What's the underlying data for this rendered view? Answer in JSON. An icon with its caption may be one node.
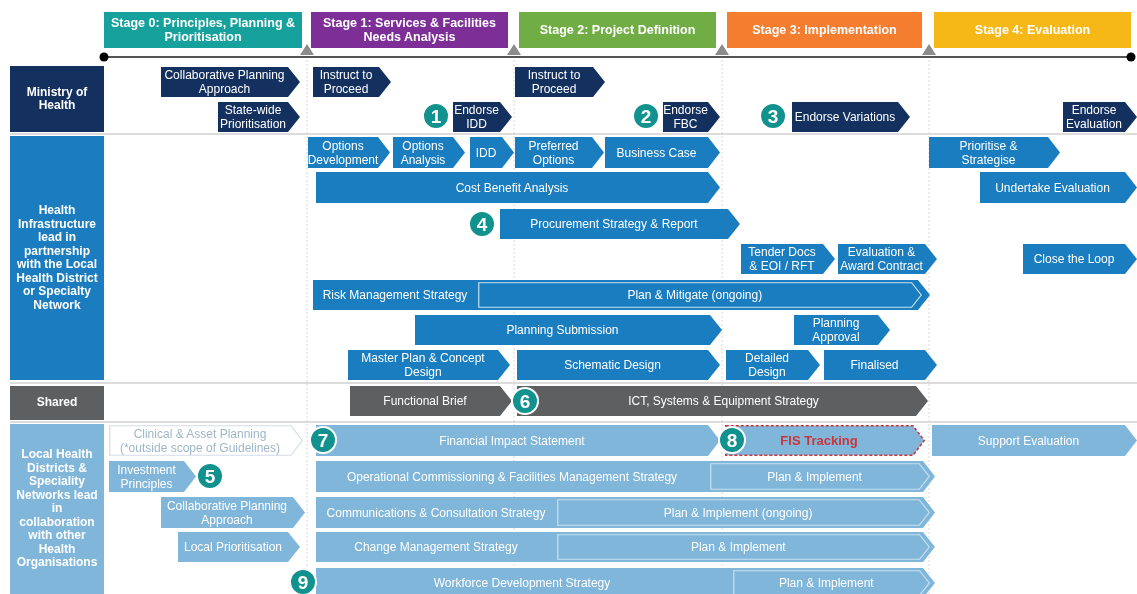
{
  "diagram": {
    "nodes": [
      {
        "text": [
          "Stage 0: Principles, Planning & Prioritisation"
        ]
      },
      {
        "text": [
          "Stage 1: Services & Facilities Needs Analysis"
        ]
      },
      {
        "text": [
          "Stage 2: Project Definition"
        ]
      },
      {
        "text": [
          "Stage 3: Implementation"
        ]
      },
      {
        "text": [
          "Stage 4: Evaluation"
        ]
      },
      {
        "text": [
          "Ministry of Health"
        ]
      },
      {
        "text": [
          "Health Infrastructure lead in partnership with the Local Health District or Specialty Network"
        ]
      },
      {
        "text": [
          "Shared"
        ]
      },
      {
        "text": [
          "Local Health Districts & Speciality Networks lead in collaboration with other Health Organisations"
        ]
      },
      {
        "text": [
          "Collaborative Planning Approach"
        ]
      },
      {
        "text": [
          "State-wide Prioritisation"
        ]
      },
      {
        "text": [
          "Instruct to Proceed"
        ]
      },
      {
        "text": [
          "1"
        ]
      },
      {
        "text": [
          "Endorse IDD"
        ]
      },
      {
        "text": [
          "Instruct to Proceed"
        ]
      },
      {
        "text": [
          "2"
        ]
      },
      {
        "text": [
          "Endorse FBC"
        ]
      },
      {
        "text": [
          "3"
        ]
      },
      {
        "text": [
          "Endorse Variations"
        ]
      },
      {
        "text": [
          "Endorse Evaluation"
        ]
      },
      {
        "text": [
          "Options Development"
        ]
      },
      {
        "text": [
          "Options Analysis"
        ]
      },
      {
        "text": [
          "IDD"
        ]
      },
      {
        "text": [
          "Preferred Options"
        ]
      },
      {
        "text": [
          "Business Case"
        ]
      },
      {
        "text": [
          "Prioritise & Strategise"
        ]
      },
      {
        "text": [
          "Cost Benefit Analysis"
        ]
      },
      {
        "text": [
          "Undertake Evaluation"
        ]
      },
      {
        "text": [
          "4"
        ]
      },
      {
        "text": [
          "Procurement Strategy & Report"
        ]
      },
      {
        "text": [
          "Tender Docs & EOI / RFT"
        ]
      },
      {
        "text": [
          "Evaluation & Award Contract"
        ]
      },
      {
        "text": [
          "Close the Loop"
        ]
      },
      {
        "text": [
          "Risk Management Strategy"
        ]
      },
      {
        "text": [
          "Plan & Mitigate (ongoing)"
        ],
        "in": 33
      },
      {
        "text": [
          "Planning Submission"
        ]
      },
      {
        "text": [
          "Planning Approval"
        ]
      },
      {
        "text": [
          "Master Plan & Concept Design"
        ]
      },
      {
        "text": [
          "Schematic Design"
        ]
      },
      {
        "text": [
          "Detailed Design"
        ]
      },
      {
        "text": [
          "Finalised"
        ]
      },
      {
        "text": [
          "Functional Brief"
        ]
      },
      {
        "text": [
          "6"
        ]
      },
      {
        "text": [
          "ICT, Systems & Equipment Strategy"
        ]
      },
      {
        "text": [
          "Clinical & Asset Planning (*outside scope of Guidelines)"
        ]
      },
      {
        "text": [
          "7"
        ]
      },
      {
        "text": [
          "Financial Impact Statement"
        ]
      },
      {
        "text": [
          "8"
        ]
      },
      {
        "text": [
          "FIS Tracking"
        ]
      },
      {
        "text": [
          "Support Evaluation"
        ]
      },
      {
        "text": [
          "Investment Principles"
        ]
      },
      {
        "text": [
          "5"
        ]
      },
      {
        "text": [
          "Collaborative Planning Approach"
        ]
      },
      {
        "text": [
          "Local Prioritisation"
        ]
      },
      {
        "text": [
          "Operational Commissioning & Facilities Management Strategy"
        ]
      },
      {
        "text": [
          "Plan & Implement"
        ],
        "in": 54
      },
      {
        "text": [
          "Communications & Consultation Strategy"
        ]
      },
      {
        "text": [
          "Plan & Implement (ongoing)"
        ],
        "in": 56
      },
      {
        "text": [
          "Change Management Strategy"
        ]
      },
      {
        "text": [
          "Plan & Implement"
        ],
        "in": 58
      },
      {
        "text": [
          "9"
        ]
      },
      {
        "text": [
          "Workforce Development Strategy"
        ]
      },
      {
        "text": [
          "Plan & Implement"
        ],
        "in": 61
      }
    ]
  }
}
